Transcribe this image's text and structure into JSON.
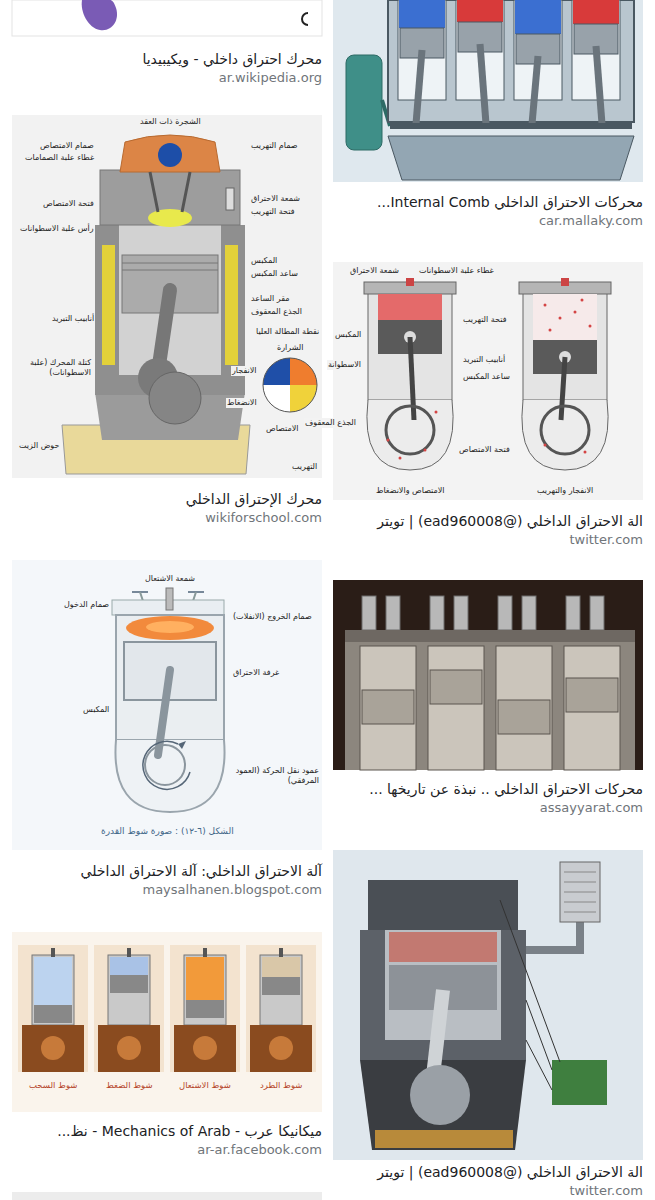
{
  "diagram": {
    "nodes": [
      {
        "text": [
          "محرك احتراق داخلي - ويكيبيديا",
          "ar.wikipedia.org"
        ]
      },
      {
        "text": [
          "محركات الاحتراق الداخلي Internal Comb...",
          "car.mallaky.com"
        ]
      },
      {
        "text": [
          "محرك الإحتراق الداخلي",
          "wikiforschool.com"
        ]
      },
      {
        "text": [
          "الة الاحتراق الداخلي (@ead960008) | تويتر",
          "twitter.com"
        ]
      },
      {
        "text": [
          "محركات الاحتراق الداخلي .. نبذة عن تاريخها ...",
          "assayyarat.com"
        ]
      },
      {
        "text": [
          "آلة الاحتراق الداخلي: آلة الاحتراق الداخلي",
          "maysalhanen.blogspot.com"
        ]
      },
      {
        "text": [
          "ميكانيكا عرب - Mechanics of Arab - نظ...",
          "ar-ar.facebook.com"
        ]
      },
      {
        "text": [
          "الة الاحتراق الداخلي (@ead960008) | تويتر",
          "twitter.com"
        ]
      }
    ],
    "labels": [
      "الشجرة ذات العقد",
      "صمام الامتصاص",
      "غطاء علبة الصمامات",
      "صمام التهريب",
      "شمعة الاحتراق",
      "فتحة التهريب",
      "فتحة الامتصاص",
      "رأس علبة الاسطوانات",
      "المكبس",
      "ساعد المكبس",
      "أنابيب التبريد",
      "مقر الساعد",
      "الجذع المعقوف",
      "نقطة المطالة العليا",
      "الشرارة",
      "كتلة المحرك (علبة الاسطوانات)",
      "الانفجار",
      "الانضغاط",
      "حوض الزيت",
      "الامتصاص",
      "التهريب",
      "شمعة الاحتراق",
      "غطاء علبة الاسطوانات",
      "المكبس",
      "فتحة التهريب",
      "الاسطوانة",
      "أنابيب التبريد",
      "ساعد المكبس",
      "الجذع المعقوف",
      "فتحة الامتصاص",
      "الامتصاص والانضغاط",
      "الانفجار والتهريب",
      "شمعة الاشتعال",
      "صمام الدخول",
      "صمام الخروج (الانفلات)",
      "غرفة الاحتراق",
      "المكبس",
      "عمود نقل الحركة (العمود المرفقي)",
      "الشكل (٦-١٢) : صورة شوط القدرة",
      "شوط السحب",
      "شوط الضغط",
      "شوط الاشتعال",
      "شوط الطرد"
    ]
  }
}
